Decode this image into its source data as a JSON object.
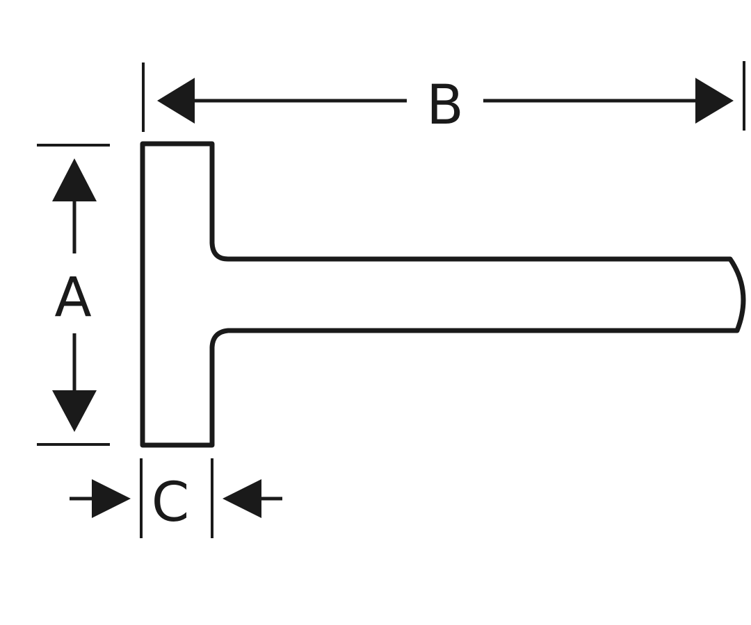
{
  "diagram": {
    "labels": {
      "a": "A",
      "b": "B",
      "c": "C"
    },
    "colors": {
      "line": "#1a1a1a",
      "background": "#ffffff"
    }
  }
}
